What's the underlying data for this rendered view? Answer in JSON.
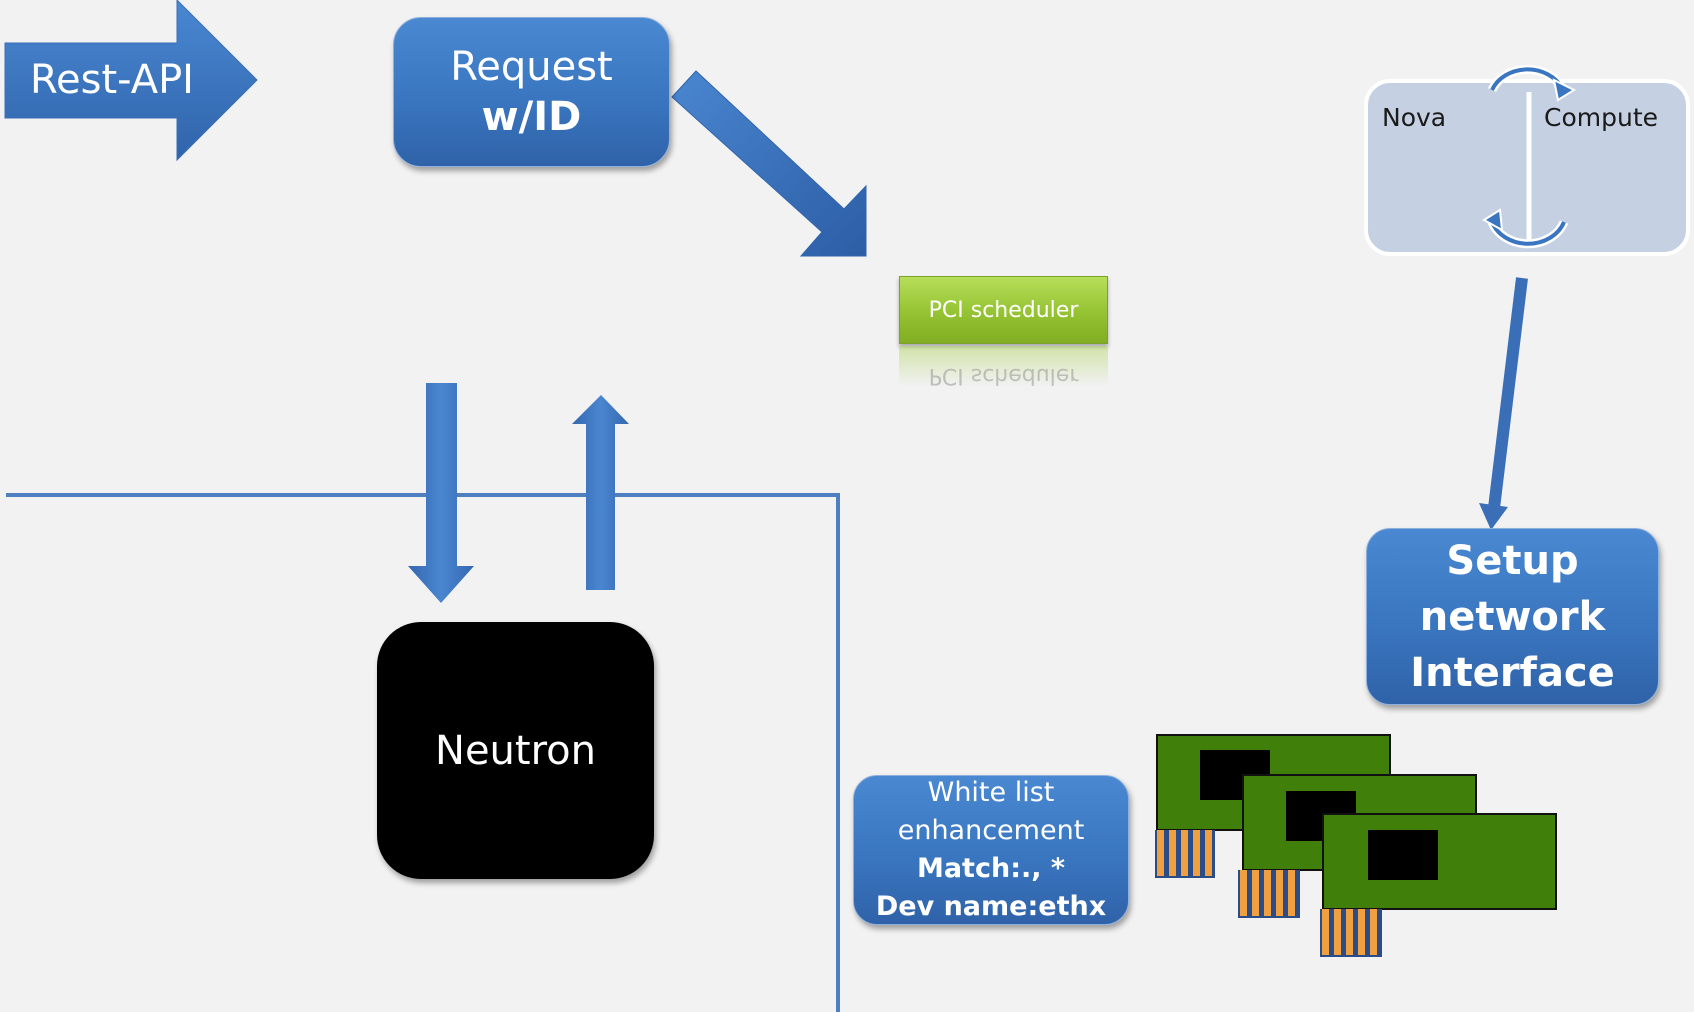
{
  "rest_api": {
    "label": "Rest-API"
  },
  "request": {
    "line1": "Request",
    "line2": "w/ID"
  },
  "pci_scheduler": {
    "label": "PCI scheduler"
  },
  "nova_compute": {
    "left_label": "Nova",
    "right_label": "Compute"
  },
  "setup": {
    "line1": "Setup",
    "line2": "network",
    "line3": "Interface"
  },
  "neutron": {
    "label": "Neutron"
  },
  "whitelist": {
    "line1": "White list",
    "line2": "enhancement",
    "line3": "Match:., *",
    "line4": "Dev name:ethx"
  },
  "colors": {
    "background": "#f2f2f2",
    "blue_arrow": "#3a75c1",
    "separator_line": "#4f7fc1",
    "neutron_box": "#000000",
    "pci_green": "#97c535",
    "nic_board": "#3f7f0a",
    "nic_pins": "#f0a040"
  },
  "icons": [
    "rest-api-arrow",
    "diagonal-arrow",
    "down-arrow",
    "up-arrow",
    "cycle-arrows",
    "nic-card-icon"
  ]
}
